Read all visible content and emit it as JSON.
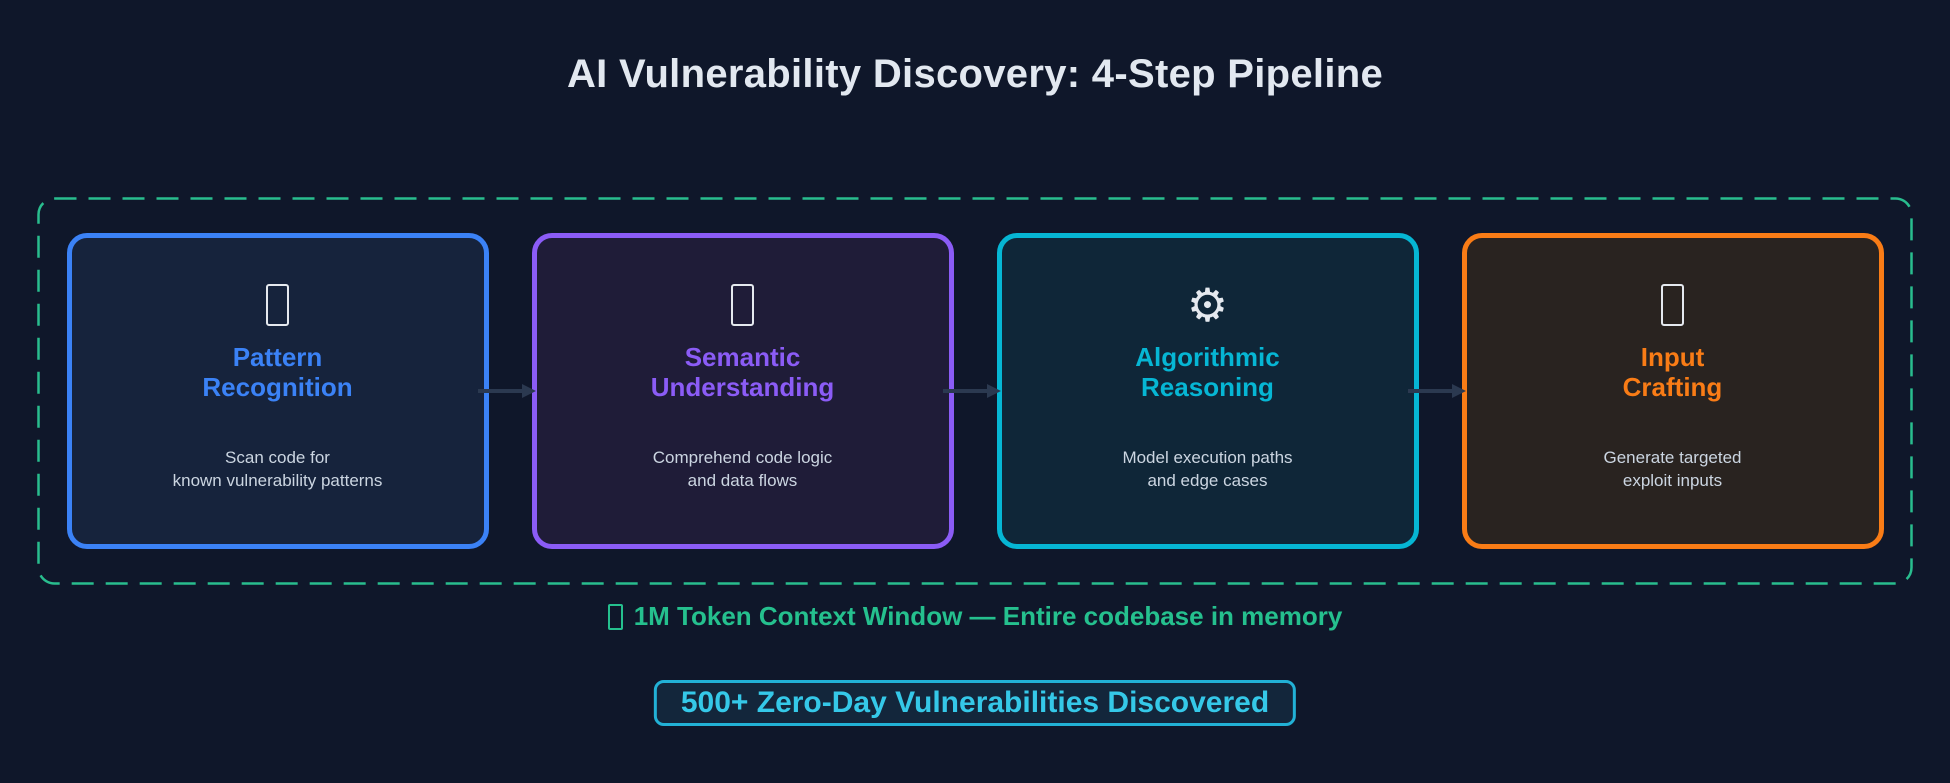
{
  "page": {
    "title": "AI Vulnerability Discovery: 4-Step Pipeline",
    "background_color": "#0f172a",
    "title_color": "#e2e8f0"
  },
  "pipeline": {
    "outline_color": "#29bd8e",
    "arrow_color": "#2b3950",
    "icon_color": "#e5e9ef",
    "description_color": "#cbd5e1",
    "steps": [
      {
        "title": "Pattern\nRecognition",
        "description": "Scan code for\nknown vulnerability patterns",
        "icon": "missing-glyph-icon",
        "accent_color": "#3b82f6",
        "bg_color": "#16233c"
      },
      {
        "title": "Semantic\nUnderstanding",
        "description": "Comprehend code logic\nand data flows",
        "icon": "missing-glyph-icon",
        "accent_color": "#8b5cf6",
        "bg_color": "#1f1c38"
      },
      {
        "title": "Algorithmic\nReasoning",
        "description": "Model execution paths\nand edge cases",
        "icon": "gear-icon",
        "icon_glyph": "⚙",
        "accent_color": "#06b6d4",
        "bg_color": "#0f2638"
      },
      {
        "title": "Input\nCrafting",
        "description": "Generate targeted\nexploit inputs",
        "icon": "missing-glyph-icon",
        "accent_color": "#f97c16",
        "bg_color": "#292320"
      }
    ]
  },
  "context_note": {
    "leading_icon": "missing-glyph-icon",
    "text": "1M Token Context Window — Entire codebase in memory",
    "color": "#25c08e"
  },
  "badge": {
    "text": "500+ Zero-Day Vulnerabilities Discovered",
    "text_color": "#35c8e8",
    "border_color": "#22b1d6",
    "background_color": "#13263b"
  }
}
